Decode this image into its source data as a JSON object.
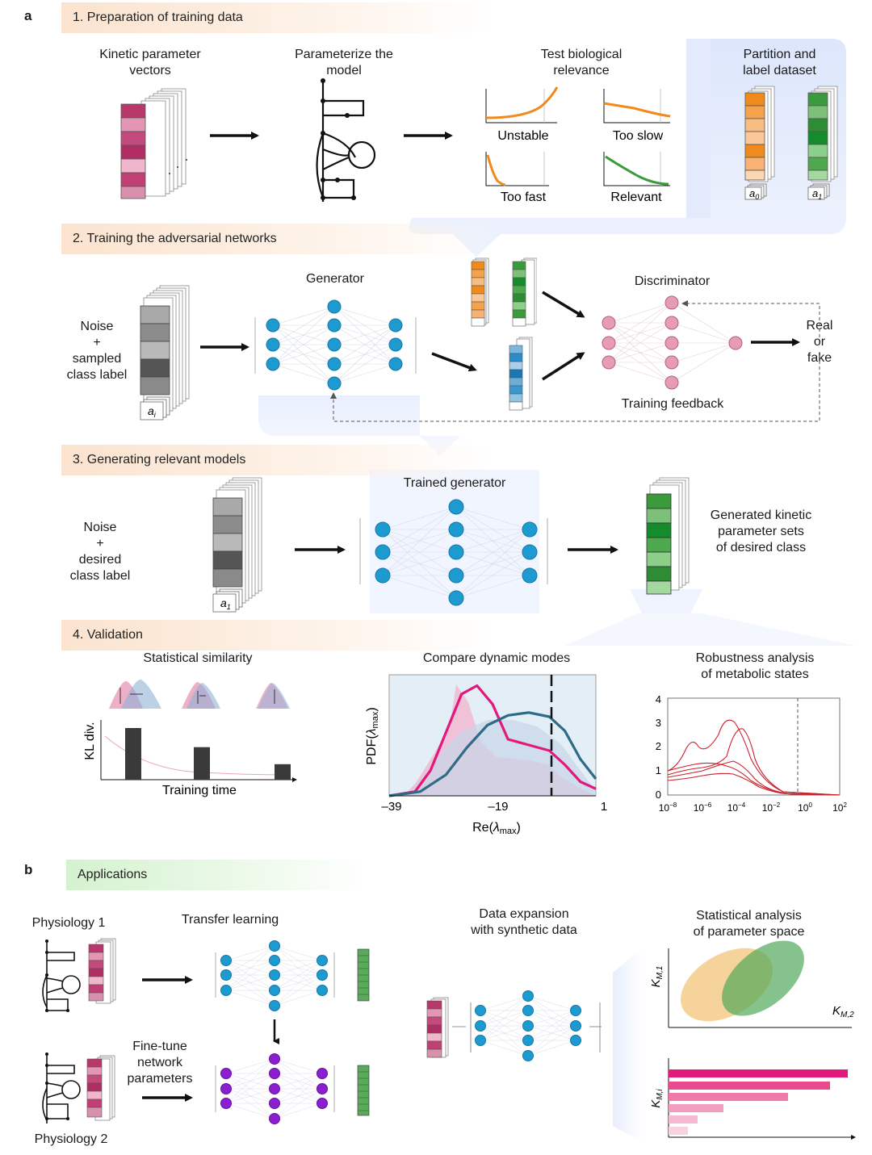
{
  "panel_a": {
    "letter": "a",
    "step1": {
      "title": "1. Preparation of training data",
      "kinetic": "Kinetic parameter\nvectors",
      "parameterize": "Parameterize the\nmodel",
      "test": "Test biological\nrelevance",
      "unstable": "Unstable",
      "too_slow": "Too slow",
      "too_fast": "Too fast",
      "relevant": "Relevant",
      "partition": "Partition and\nlabel dataset",
      "label_a0": "a",
      "label_a0_sub": "0",
      "label_a1": "a",
      "label_a1_sub": "1"
    },
    "step2": {
      "title": "2. Training the adversarial networks",
      "noise": "Noise\n+\nsampled\nclass label",
      "label_ai": "a",
      "label_ai_sub": "i",
      "generator": "Generator",
      "discriminator": "Discriminator",
      "real_or_fake": "Real\nor\nfake",
      "feedback": "Training feedback"
    },
    "step3": {
      "title": "3. Generating relevant models",
      "noise": "Noise\n+\ndesired\nclass label",
      "label_a1": "a",
      "label_a1_sub": "1",
      "trained": "Trained generator",
      "generated": "Generated kinetic\nparameter sets\nof desired class"
    },
    "step4": {
      "title": "4. Validation",
      "stat_sim": "Statistical similarity",
      "kl_label": "KL div.",
      "training_time": "Training time",
      "compare": "Compare dynamic modes",
      "robust": "Robustness analysis\nof metabolic states"
    }
  },
  "panel_b": {
    "letter": "b",
    "title": "Applications",
    "physiology1": "Physiology 1",
    "physiology2": "Physiology 2",
    "transfer": "Transfer learning",
    "finetune": "Fine-tune\nnetwork\nparameters",
    "data_expansion": "Data expansion\nwith synthetic data",
    "stat_analysis": "Statistical analysis\nof parameter space",
    "km1": "K",
    "km1_sub": "M,1",
    "km2": "K",
    "km2_sub": "M,2",
    "kmi": "K",
    "kmi_sub": "M,i"
  },
  "colors": {
    "magenta": "#e2187a",
    "teal": "#2f6a86",
    "node_blue": "#1d9bd0",
    "node_pink": "#e89bb4",
    "node_purple": "#8b1fd0",
    "orange": "#f08a1c",
    "green": "#3a9a3c"
  },
  "chart_data": [
    {
      "type": "bar",
      "ylabel": "KL div.",
      "xlabel": "Training time",
      "values": [
        1.0,
        0.63,
        0.3
      ]
    },
    {
      "type": "line",
      "ylabel": "PDF(λmax)",
      "xlabel": "Re(λmax)",
      "xticks": [
        "–39",
        "–19",
        "1"
      ],
      "xlim": [
        -39,
        1
      ],
      "series": [
        {
          "color": "#e2187a",
          "x": [
            -39,
            -34,
            -31,
            -28,
            -25,
            -22,
            -19,
            -16,
            -12,
            -8,
            -5,
            -2,
            1
          ],
          "y": [
            0,
            0.03,
            0.18,
            0.45,
            0.72,
            0.78,
            0.65,
            0.4,
            0.36,
            0.32,
            0.22,
            0.1,
            0.05
          ]
        },
        {
          "color": "#2f6a86",
          "x": [
            -39,
            -33,
            -28,
            -24,
            -20,
            -16,
            -12,
            -8,
            -5,
            -2,
            1
          ],
          "y": [
            0,
            0.03,
            0.15,
            0.34,
            0.5,
            0.57,
            0.59,
            0.56,
            0.46,
            0.26,
            0.12
          ]
        }
      ],
      "vline_x": -7
    },
    {
      "type": "line",
      "xscale": "log",
      "xticks": [
        "10−8",
        "10−6",
        "10−4",
        "10−2",
        "100",
        "102"
      ],
      "yticks": [
        "0",
        "1",
        "2",
        "3",
        "4"
      ],
      "ylim": [
        0,
        4
      ],
      "vline_x_exp": -0.4
    }
  ]
}
